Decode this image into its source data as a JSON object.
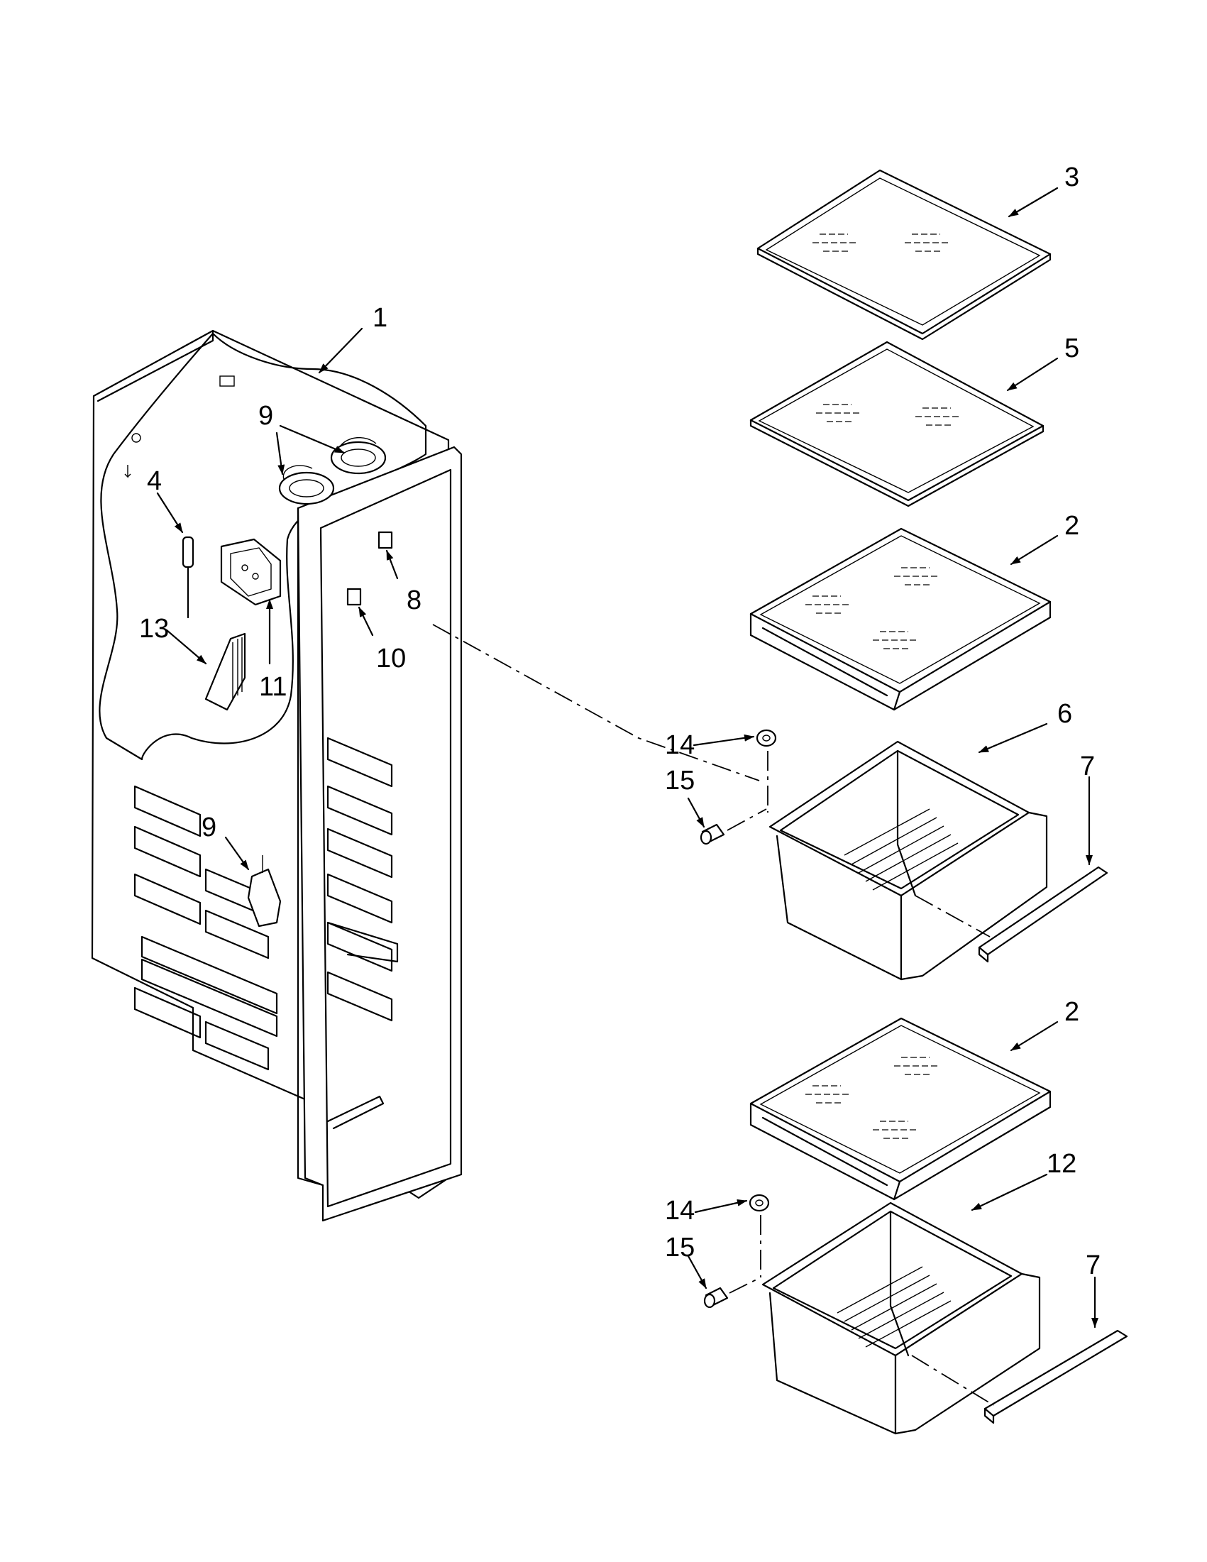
{
  "callouts": [
    "1",
    "2",
    "3",
    "4",
    "5",
    "6",
    "7",
    "8",
    "9",
    "10",
    "11",
    "12",
    "13",
    "14",
    "15"
  ]
}
